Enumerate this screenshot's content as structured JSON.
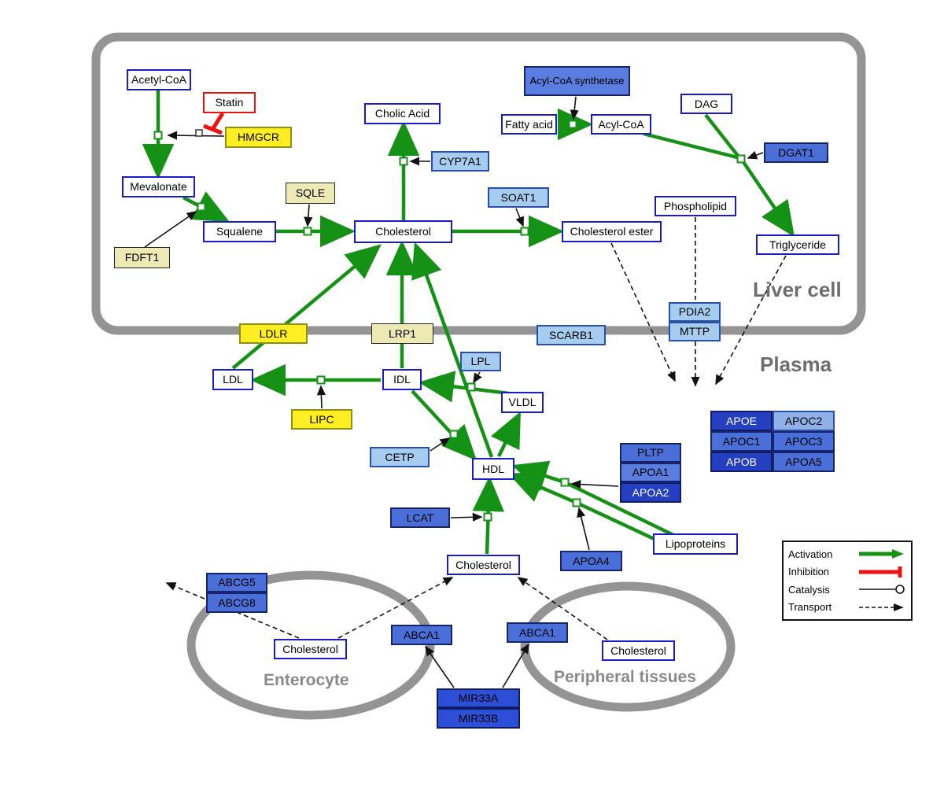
{
  "regions": {
    "liver": "Liver cell",
    "plasma": "Plasma",
    "enterocyte": "Enterocyte",
    "peripheral": "Peripheral tissues"
  },
  "nodes": {
    "acetyl_coa": "Acetyl-CoA",
    "statin": "Statin",
    "hmgcr": "HMGCR",
    "mevalonate": "Mevalonate",
    "sqle": "SQLE",
    "fdft1": "FDFT1",
    "squalene": "Squalene",
    "cholesterol_liver": "Cholesterol",
    "cholic_acid": "Cholic Acid",
    "cyp7a1": "CYP7A1",
    "soat1": "SOAT1",
    "cholesterol_ester": "Cholesterol ester",
    "acyl_coa_synthetase": "Acyl-CoA synthetase",
    "fatty_acid": "Fatty acid",
    "acyl_coa": "Acyl-CoA",
    "dag": "DAG",
    "dgat1": "DGAT1",
    "phospholipid": "Phospholipid",
    "triglyceride": "Triglyceride",
    "pdia2": "PDIA2",
    "mttp": "MTTP",
    "ldlr": "LDLR",
    "lrp1": "LRP1",
    "scarb1": "SCARB1",
    "ldl": "LDL",
    "idl": "IDL",
    "lpl": "LPL",
    "vldl": "VLDL",
    "lipc": "LIPC",
    "cetp": "CETP",
    "hdl": "HDL",
    "pltp": "PLTP",
    "apoa1": "APOA1",
    "apoa2": "APOA2",
    "apoe": "APOE",
    "apoc2": "APOC2",
    "apoc1": "APOC1",
    "apoc3": "APOC3",
    "apob": "APOB",
    "apoa5": "APOA5",
    "lcat": "LCAT",
    "apoa4": "APOA4",
    "lipoproteins": "Lipoproteins",
    "cholesterol_plasma": "Cholesterol",
    "abcg5": "ABCG5",
    "abcg8": "ABCG8",
    "cholesterol_enterocyte": "Cholesterol",
    "abca1_left": "ABCA1",
    "abca1_right": "ABCA1",
    "cholesterol_peripheral": "Cholesterol",
    "mir33a": "MIR33A",
    "mir33b": "MIR33B"
  },
  "legend": {
    "activation": "Activation",
    "inhibition": "Inhibition",
    "catalysis": "Catalysis",
    "transport": "Transport"
  },
  "colors": {
    "activation": "#159115",
    "inhibition": "#ee1111",
    "membrane": "#949494",
    "metabolite_border": "#1a1acc",
    "gene_yellow": "#ffee22",
    "gene_blue": "#4a6fd8"
  }
}
